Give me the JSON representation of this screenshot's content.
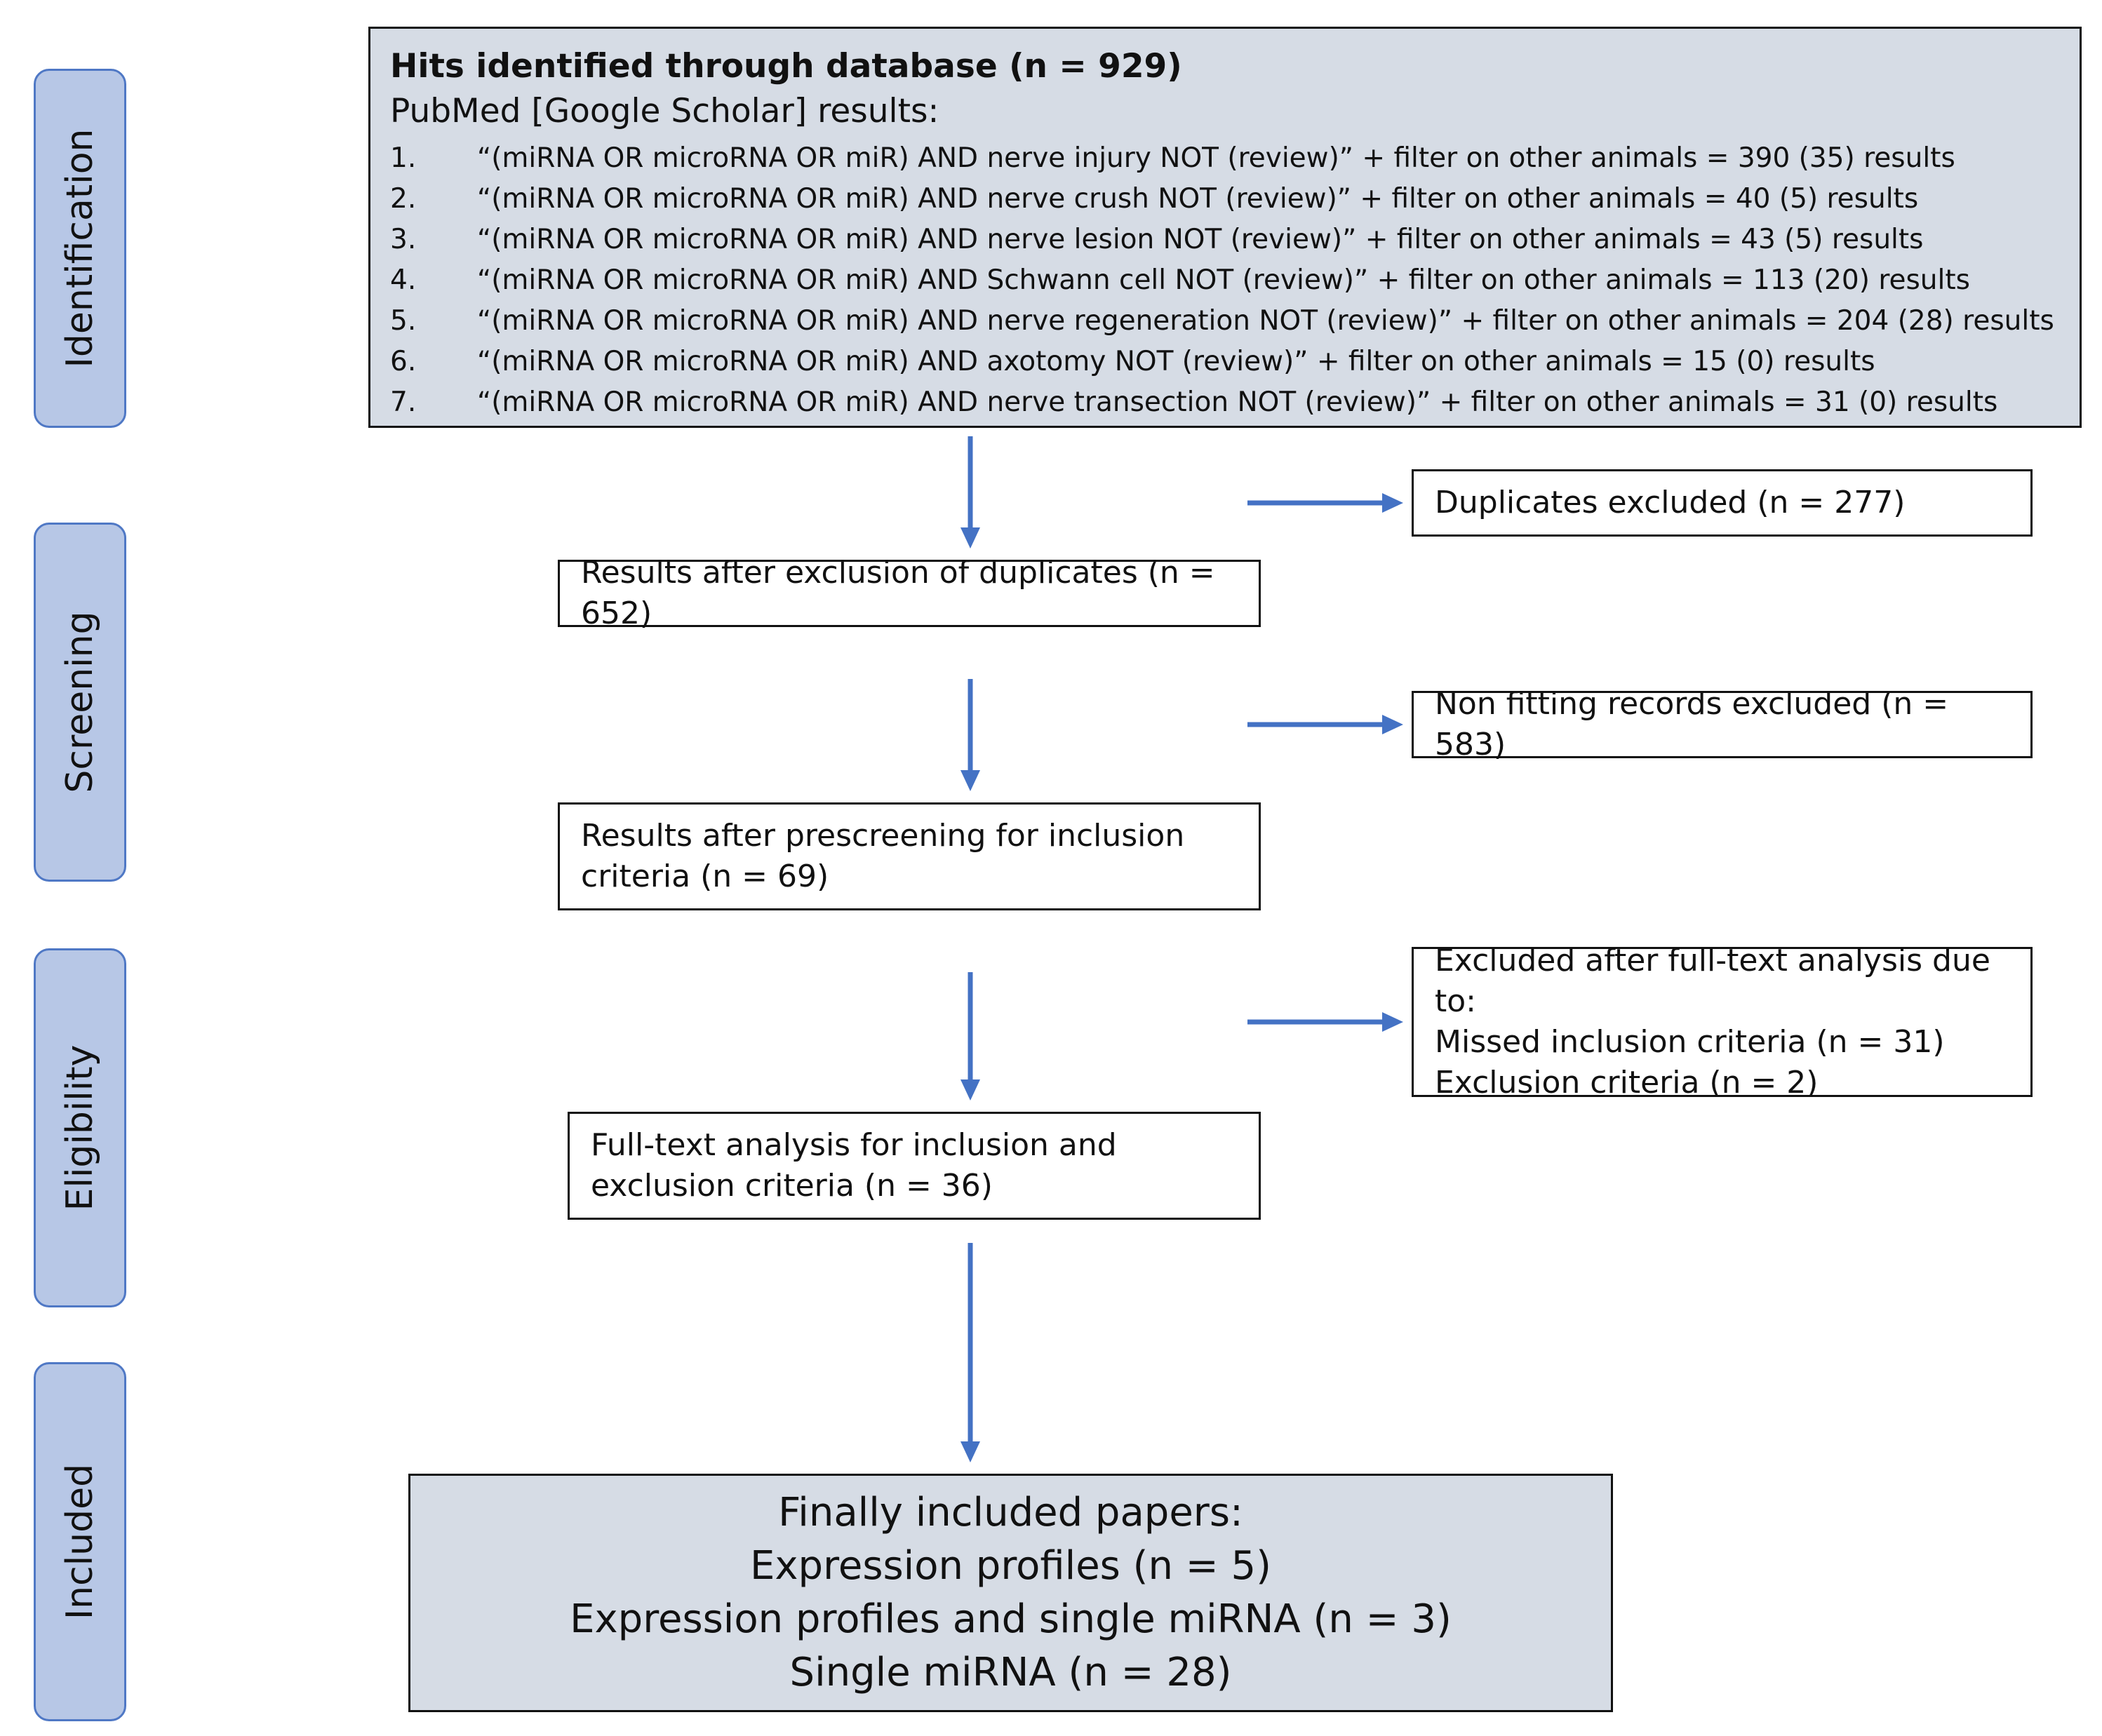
{
  "stages": [
    "Identification",
    "Screening",
    "Eligibility",
    "Included"
  ],
  "database": {
    "title": "Hits identified through database (n = 929)",
    "subtitle": "PubMed [Google Scholar] results:",
    "queries": [
      {
        "num": "1.",
        "text": "“(miRNA OR microRNA OR miR) AND nerve injury NOT (review)” + filter on other animals = 390 (35) results"
      },
      {
        "num": "2.",
        "text": "“(miRNA OR microRNA OR miR) AND nerve crush NOT (review)” + filter on other animals = 40 (5) results"
      },
      {
        "num": "3.",
        "text": "“(miRNA OR microRNA OR miR) AND nerve lesion NOT (review)” + filter on other animals  = 43 (5) results"
      },
      {
        "num": "4.",
        "text": "“(miRNA OR microRNA OR miR) AND Schwann cell NOT (review)” + filter on other animals = 113 (20) results"
      },
      {
        "num": "5.",
        "text": "“(miRNA OR microRNA OR miR) AND nerve regeneration NOT (review)” + filter on other animals = 204 (28) results"
      },
      {
        "num": "6.",
        "text": "“(miRNA OR microRNA OR miR) AND axotomy NOT (review)” + filter on other animals = 15 (0) results"
      },
      {
        "num": "7.",
        "text": "“(miRNA OR microRNA OR miR) AND nerve transection NOT (review)” + filter on other animals = 31 (0) results"
      }
    ]
  },
  "flow": {
    "after_duplicates": "Results after exclusion of duplicates (n = 652)",
    "after_prescreening": "Results after prescreening for inclusion criteria (n = 69)",
    "full_text": "Full-text analysis for inclusion and exclusion criteria (n = 36)"
  },
  "exclusions": {
    "duplicates": "Duplicates excluded (n = 277)",
    "non_fitting": "Non fitting records excluded (n = 583)",
    "full_text_lines": [
      "Excluded after full-text analysis due to:",
      "Missed inclusion criteria (n = 31)",
      "Exclusion criteria (n = 2)"
    ]
  },
  "included": {
    "lines": [
      "Finally included papers:",
      "Expression profiles (n = 5)",
      "Expression profiles and single miRNA (n = 3)",
      "Single miRNA (n = 28)"
    ]
  },
  "colors": {
    "arrow": "#4472c4",
    "stage_fill": "#b7c7e6",
    "stage_border": "#4f78c5",
    "shaded_box": "#d6dce5"
  }
}
